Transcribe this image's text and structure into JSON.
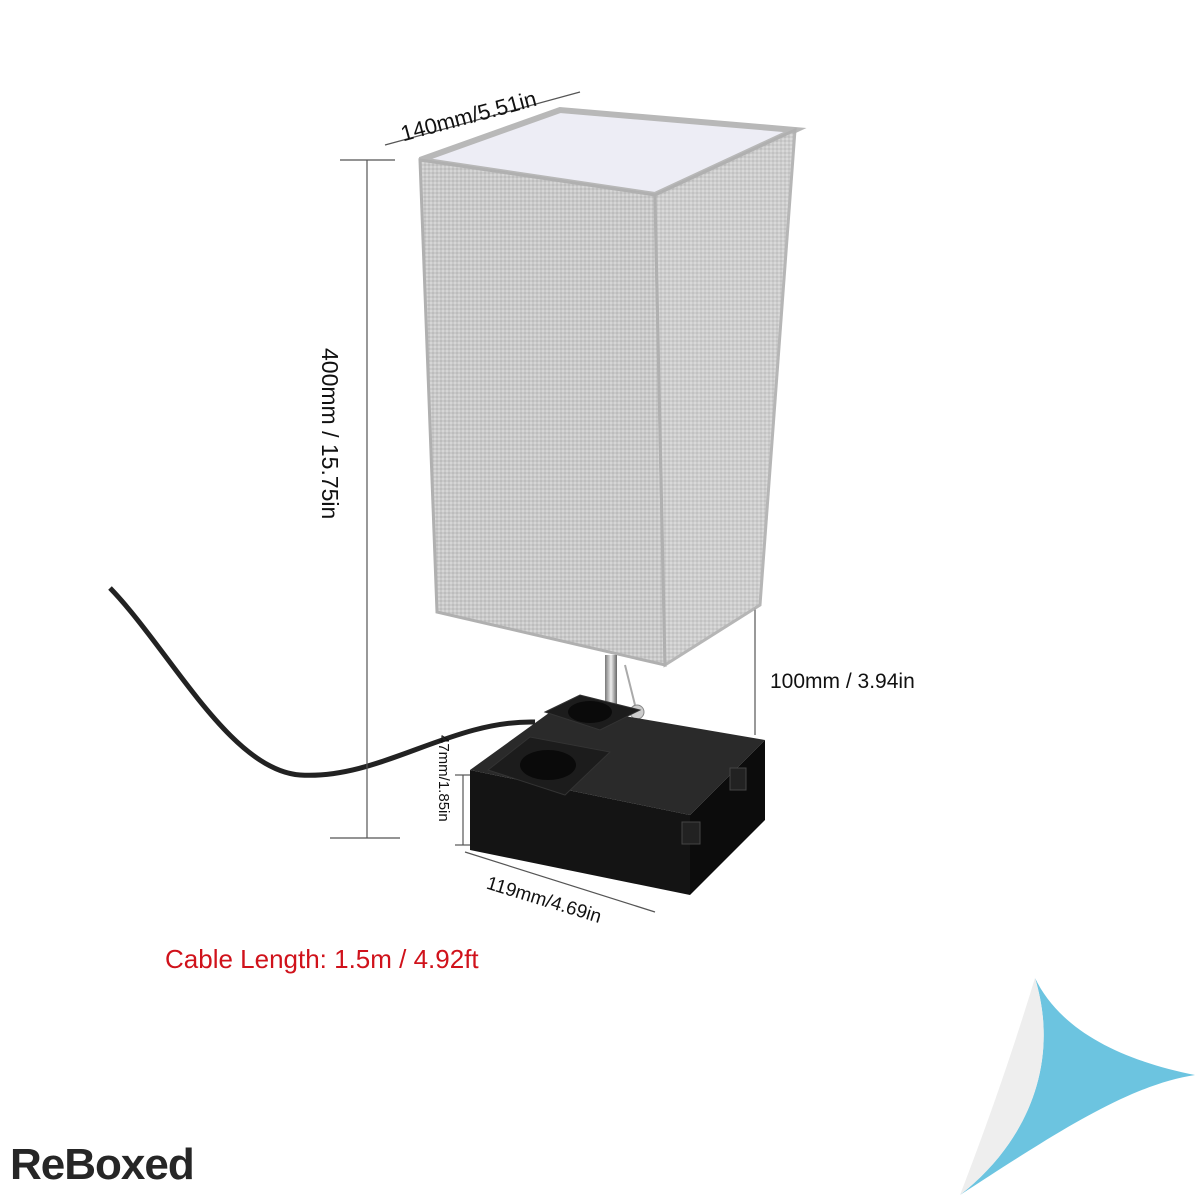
{
  "dimensions": {
    "shade_width": "140mm/5.51in",
    "total_height": "400mm / 15.75in",
    "shade_clearance": "100mm / 3.94in",
    "base_height": "47mm/1.85in",
    "base_width": "119mm/4.69in"
  },
  "cable_length": "Cable Length: 1.5m / 4.92ft",
  "logo": "ReBoxed",
  "colors": {
    "cable_text": "#d0121b",
    "shade": "#c8c8c8",
    "base": "#151515",
    "corner_accent": "#6cc4e0"
  }
}
